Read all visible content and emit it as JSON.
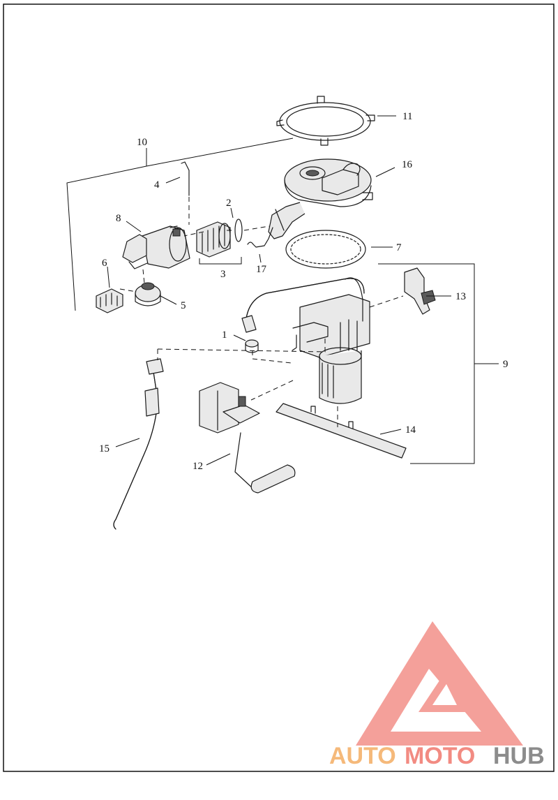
{
  "callouts": {
    "c1": "1",
    "c2": "2",
    "c3": "3",
    "c4": "4",
    "c5": "5",
    "c6": "6",
    "c7": "7",
    "c8": "8",
    "c9": "9",
    "c10": "10",
    "c11": "11",
    "c12": "12",
    "c13": "13",
    "c14": "14",
    "c15": "15",
    "c16": "16",
    "c17": "17"
  },
  "watermark": {
    "part1": "AUTO",
    "part2": "MOTO",
    "part3": "HUB",
    "color_auto": "#f5b97a",
    "color_moto": "#f28b82",
    "color_hub": "#8c8c8c",
    "logo_color": "#f4a09a"
  }
}
